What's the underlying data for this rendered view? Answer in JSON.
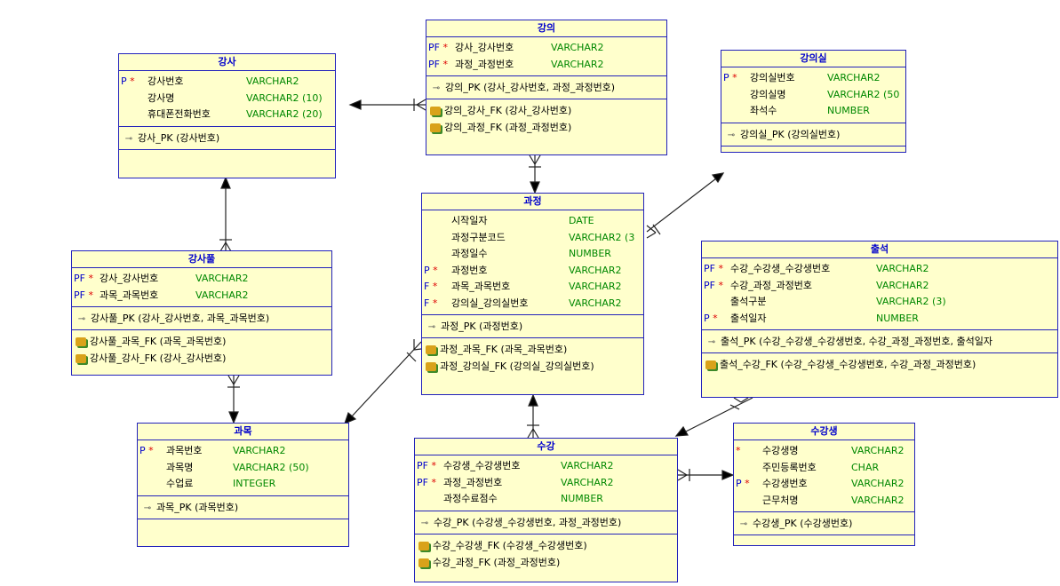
{
  "colors": {
    "title": "#0000cc",
    "type": "#008800",
    "flag": "#0000cc",
    "star": "#dd0000",
    "border": "#2222bb",
    "fill": "#ffffcc"
  },
  "entities": {
    "gangsa": {
      "title": "강사",
      "columns": [
        {
          "flag": "P",
          "star": "*",
          "name": "강사번호",
          "type": "VARCHAR2"
        },
        {
          "flag": "",
          "star": "",
          "name": "강사명",
          "type": "VARCHAR2 (10)"
        },
        {
          "flag": "",
          "star": "",
          "name": "휴대폰전화번호",
          "type": "VARCHAR2 (20)"
        }
      ],
      "keys": [
        "강사_PK (강사번호)"
      ],
      "fks": []
    },
    "gangui": {
      "title": "강의",
      "columns": [
        {
          "flag": "PF",
          "star": "*",
          "name": "강사_강사번호",
          "type": "VARCHAR2"
        },
        {
          "flag": "PF",
          "star": "*",
          "name": "과정_과정번호",
          "type": "VARCHAR2"
        }
      ],
      "keys": [
        "강의_PK (강사_강사번호, 과정_과정번호)"
      ],
      "fks": [
        "강의_강사_FK (강사_강사번호)",
        "강의_과정_FK (과정_과정번호)"
      ]
    },
    "gangsil": {
      "title": "강의실",
      "columns": [
        {
          "flag": "P",
          "star": "*",
          "name": "강의실번호",
          "type": "VARCHAR2"
        },
        {
          "flag": "",
          "star": "",
          "name": "강의실명",
          "type": "VARCHAR2 (50"
        },
        {
          "flag": "",
          "star": "",
          "name": "좌석수",
          "type": "NUMBER"
        }
      ],
      "keys": [
        "강의실_PK (강의실번호)"
      ],
      "fks": []
    },
    "gangsapum": {
      "title": "강사풀",
      "columns": [
        {
          "flag": "PF",
          "star": "*",
          "name": "강사_강사번호",
          "type": "VARCHAR2"
        },
        {
          "flag": "PF",
          "star": "*",
          "name": "과목_과목번호",
          "type": "VARCHAR2"
        }
      ],
      "keys": [
        "강사풀_PK (강사_강사번호, 과목_과목번호)"
      ],
      "fks": [
        "강사풀_과목_FK (과목_과목번호)",
        "강사풀_강사_FK (강사_강사번호)"
      ]
    },
    "gwajeong": {
      "title": "과정",
      "columns": [
        {
          "flag": "",
          "star": "",
          "name": "시작일자",
          "type": "DATE"
        },
        {
          "flag": "",
          "star": "",
          "name": "과정구분코드",
          "type": "VARCHAR2 (3"
        },
        {
          "flag": "",
          "star": "",
          "name": "과정일수",
          "type": "NUMBER"
        },
        {
          "flag": "P",
          "star": "*",
          "name": "과정번호",
          "type": "VARCHAR2"
        },
        {
          "flag": "F",
          "star": "*",
          "name": "과목_과목번호",
          "type": "VARCHAR2"
        },
        {
          "flag": "F",
          "star": "*",
          "name": "강의실_강의실번호",
          "type": "VARCHAR2"
        }
      ],
      "keys": [
        "과정_PK (과정번호)"
      ],
      "fks": [
        "과정_과목_FK (과목_과목번호)",
        "과정_강의실_FK (강의실_강의실번호)"
      ]
    },
    "chulseok": {
      "title": "출석",
      "columns": [
        {
          "flag": "PF",
          "star": "*",
          "name": "수강_수강생_수강생번호",
          "type": "VARCHAR2"
        },
        {
          "flag": "PF",
          "star": "*",
          "name": "수강_과정_과정번호",
          "type": "VARCHAR2"
        },
        {
          "flag": "",
          "star": "",
          "name": "출석구분",
          "type": "VARCHAR2 (3)"
        },
        {
          "flag": "P",
          "star": "*",
          "name": "출석일자",
          "type": "NUMBER"
        }
      ],
      "keys": [
        "출석_PK (수강_수강생_수강생번호, 수강_과정_과정번호, 출석일자"
      ],
      "fks": [
        "출석_수강_FK (수강_수강생_수강생번호, 수강_과정_과정번호)"
      ]
    },
    "gwamok": {
      "title": "과목",
      "columns": [
        {
          "flag": "P",
          "star": "*",
          "name": "과목번호",
          "type": "VARCHAR2"
        },
        {
          "flag": "",
          "star": "",
          "name": "과목명",
          "type": "VARCHAR2 (50)"
        },
        {
          "flag": "",
          "star": "",
          "name": "수업료",
          "type": "INTEGER"
        }
      ],
      "keys": [
        "과목_PK (과목번호)"
      ],
      "fks": []
    },
    "sugang": {
      "title": "수강",
      "columns": [
        {
          "flag": "PF",
          "star": "*",
          "name": "수강생_수강생번호",
          "type": "VARCHAR2"
        },
        {
          "flag": "PF",
          "star": "*",
          "name": "과정_과정번호",
          "type": "VARCHAR2"
        },
        {
          "flag": "",
          "star": "",
          "name": "과정수료점수",
          "type": "NUMBER"
        }
      ],
      "keys": [
        "수강_PK (수강생_수강생번호, 과정_과정번호)"
      ],
      "fks": [
        "수강_수강생_FK (수강생_수강생번호)",
        "수강_과정_FK (과정_과정번호)"
      ]
    },
    "sugangsaeng": {
      "title": "수강생",
      "columns": [
        {
          "flag": "",
          "star": "*",
          "name": "수강생명",
          "type": "VARCHAR2"
        },
        {
          "flag": "",
          "star": "",
          "name": "주민등록번호",
          "type": "CHAR"
        },
        {
          "flag": "P",
          "star": "*",
          "name": "수강생번호",
          "type": "VARCHAR2"
        },
        {
          "flag": "",
          "star": "",
          "name": "근무처명",
          "type": "VARCHAR2"
        }
      ],
      "keys": [
        "수강생_PK (수강생번호)"
      ],
      "fks": []
    }
  }
}
